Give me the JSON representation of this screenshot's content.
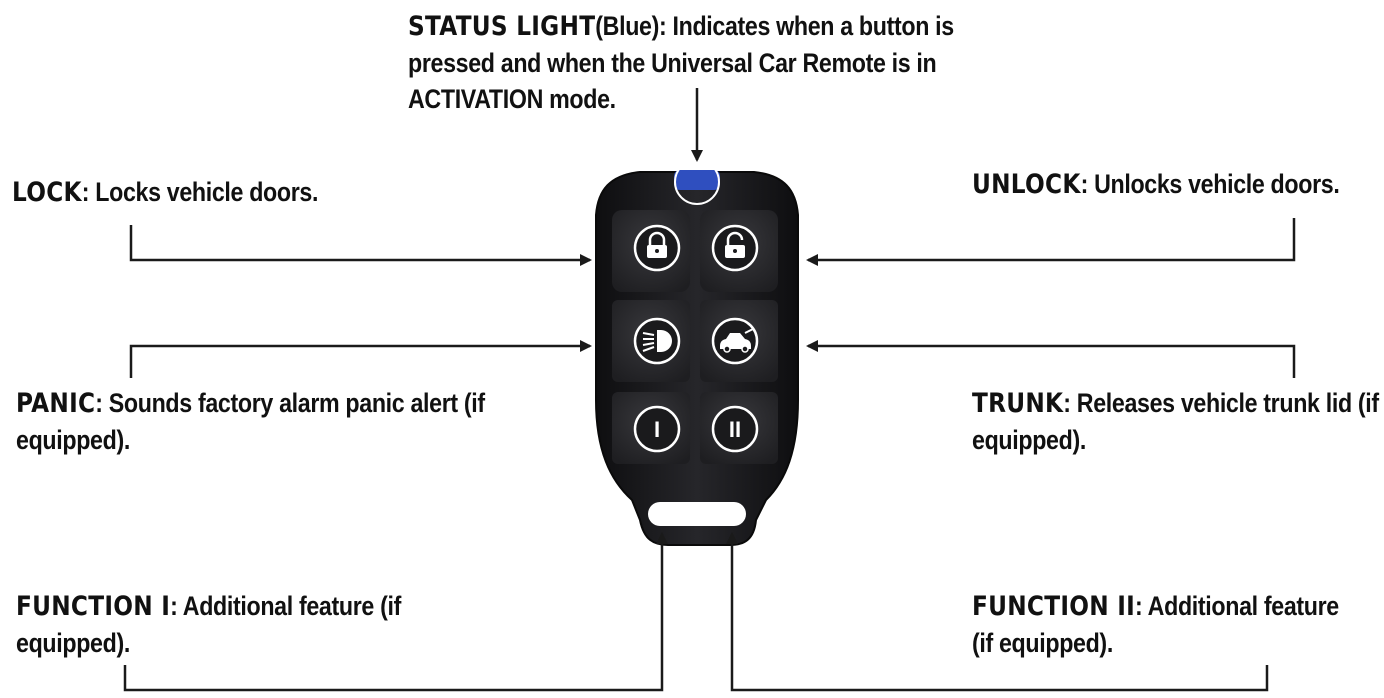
{
  "status_light": {
    "title": "STATUS LIGHT",
    "color_note": "(Blue)",
    "description": ": Indicates when a button is pressed and when the Universal Car Remote is in ACTIVATION mode.",
    "led_color": "#2f4fbf"
  },
  "lock": {
    "title": "LOCK",
    "description": ": Locks vehicle doors."
  },
  "unlock": {
    "title": "UNLOCK",
    "description": ": Unlocks vehicle doors."
  },
  "panic": {
    "title": "PANIC",
    "description": ": Sounds factory alarm panic alert (if equipped)."
  },
  "trunk": {
    "title": "TRUNK",
    "description": ": Releases vehicle trunk lid (if equipped)."
  },
  "function_1": {
    "title": "FUNCTION I",
    "description": ": Additional feature (if equipped).",
    "button_glyph": "I"
  },
  "function_2": {
    "title": "FUNCTION II",
    "description": ": Additional feature (if equipped).",
    "button_glyph": "II"
  },
  "colors": {
    "remote_body": "#1c1c1e",
    "button_face": "#2a2a2c",
    "arrow": "#1a1a1a"
  }
}
